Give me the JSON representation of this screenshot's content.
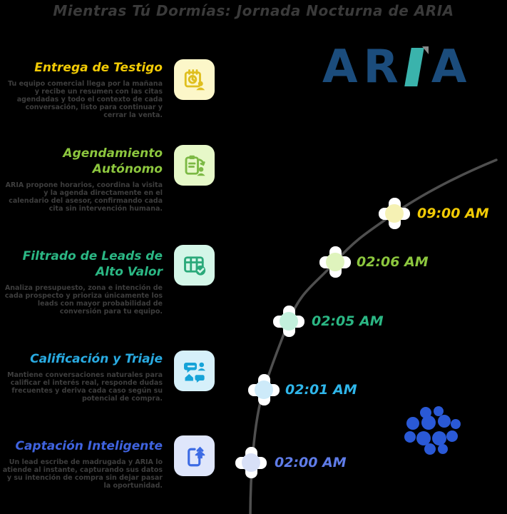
{
  "title": "Mientras Tú Dormías: Jornada Nocturna de ARIA",
  "logo": {
    "part1": "AR",
    "part2": "A",
    "text_color": "#1b4c7c",
    "slash_color": "#3ab3ac"
  },
  "sections": [
    {
      "heading": "Entrega de Testigo",
      "body": "Tu equipo comercial llega por la mañana y recibe un resumen con las citas agendadas y todo el contexto de cada conversación, listo para continuar y cerrar la venta.",
      "time": "09:00 AM",
      "accent_color": "#f2cb05",
      "icon": "calendar-report-person-icon",
      "icon_bg": "#fcf7c9",
      "dot_fill": "#f5f1b4"
    },
    {
      "heading": "Agendamiento Autónomo",
      "body": "ARIA propone horarios, coordina la visita y la agenda directamente en el calendario del asesor, confirmando cada cita sin intervención humana.",
      "time": "02:06 AM",
      "accent_color": "#8cc63e",
      "icon": "clipboard-sync-agent-icon",
      "icon_bg": "#e6f8c8",
      "dot_fill": "#dff4bd"
    },
    {
      "heading": "Filtrado de Leads de Alto Valor",
      "body": "Analiza presupuesto, zona e intención de cada prospecto y prioriza únicamente los leads con mayor probabilidad de conversión para tu equipo.",
      "time": "02:05 AM",
      "accent_color": "#2bb784",
      "icon": "table-check-icon",
      "icon_bg": "#d4f6e8",
      "dot_fill": "#c2f0dc"
    },
    {
      "heading": "Calificación y Triaje",
      "body": "Mantiene conversaciones naturales para calificar el interés real, responde dudas frecuentes y deriva cada caso según su potencial de compra.",
      "time": "02:01 AM",
      "accent_color": "#29abe2",
      "icon": "chat-triage-icon",
      "icon_bg": "#d6f0fa",
      "dot_fill": "#cdeaf9"
    },
    {
      "heading": "Captación Inteligente",
      "body": "Un lead escribe de madrugada y ARIA lo atiende al instante, capturando sus datos y su intención de compra sin dejar pasar la oportunidad.",
      "time": "02:00 AM",
      "accent_color": "#3f63df",
      "icon": "phone-home-share-icon",
      "icon_bg": "#dfe6fb",
      "dot_fill": "#d8e0f7"
    }
  ],
  "timeline": {
    "curve_color": "#4f4f4f",
    "marker_burst_color": "#ffffff"
  },
  "decor": {
    "cloud_color": "#2a59d6"
  }
}
